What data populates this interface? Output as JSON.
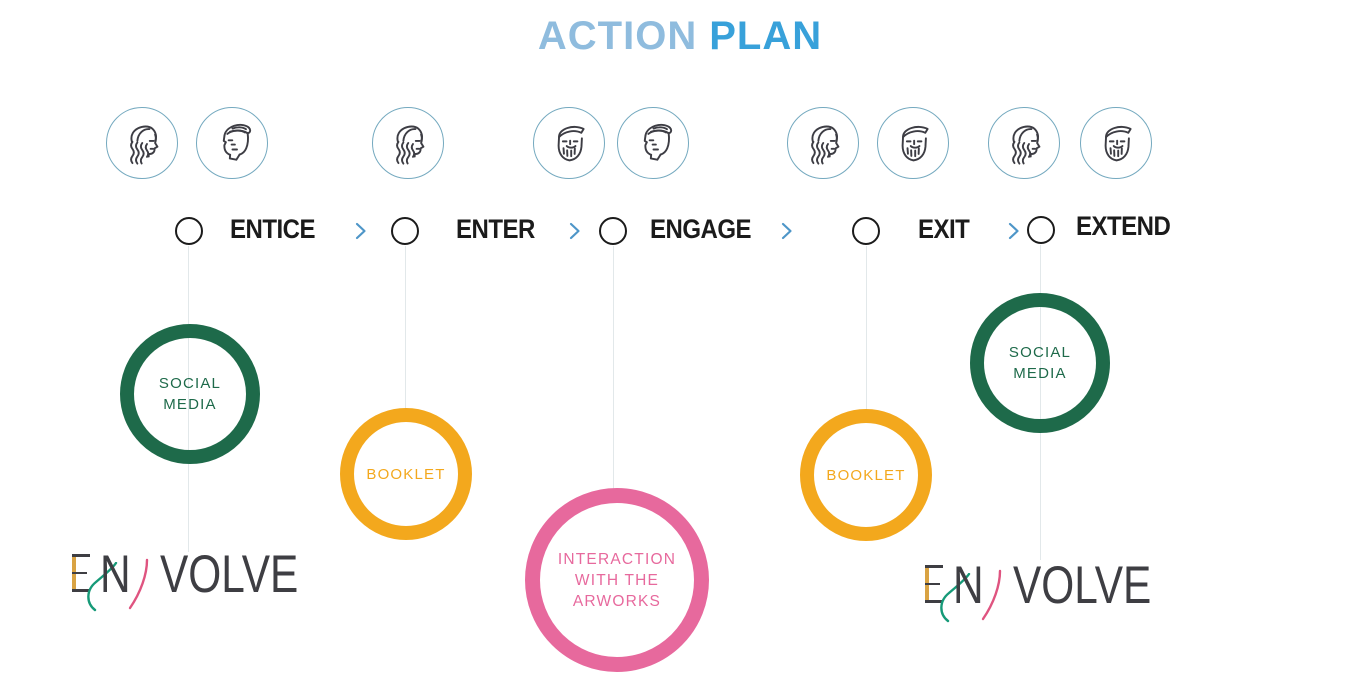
{
  "title": {
    "word1": "ACTION",
    "word2": "PLAN"
  },
  "stages": [
    {
      "label": "ENTICE",
      "faces": [
        "woman",
        "man-quiff"
      ]
    },
    {
      "label": "ENTER",
      "faces": [
        "woman"
      ]
    },
    {
      "label": "ENGAGE",
      "faces": [
        "man-beard",
        "man-quiff"
      ]
    },
    {
      "label": "EXIT",
      "faces": [
        "woman",
        "man-beard"
      ]
    },
    {
      "label": "EXTEND",
      "faces": [
        "woman",
        "man-beard"
      ]
    }
  ],
  "bubbles": [
    {
      "stage": "ENTICE",
      "color_name": "green",
      "line1": "SOCIAL",
      "line2": "MEDIA"
    },
    {
      "stage": "ENTER",
      "color_name": "yellow",
      "line1": "BOOKLET"
    },
    {
      "stage": "ENGAGE",
      "color_name": "pink",
      "line1": "INTERACTION",
      "line2": "WITH THE",
      "line3": "ARWORKS"
    },
    {
      "stage": "EXIT",
      "color_name": "yellow",
      "line1": "BOOKLET"
    },
    {
      "stage": "EXTEND",
      "color_name": "green",
      "line1": "SOCIAL",
      "line2": "MEDIA"
    }
  ],
  "logo": {
    "e": "E",
    "n": "N",
    "volve": "VOLVE"
  },
  "colors": {
    "title_action": "#8FBCDE",
    "title_plan": "#38A1DA",
    "green": "#1E6A4A",
    "yellow": "#F3A81D",
    "pink": "#E7699D",
    "chevron_blue": "#4E96C8",
    "face_ring": "#74A9BF",
    "face_ink": "#3D3D44",
    "stage_ink": "#1B1B1B",
    "connector_line": "#E2E8EA",
    "logo_ink": "#3E3E43",
    "logo_yellow": "#D9A343",
    "logo_green": "#169A78",
    "logo_pink": "#DF5480"
  },
  "icons": {
    "faces": [
      "woman-face-icon",
      "man-quiff-face-icon",
      "man-beard-face-icon"
    ],
    "chevron": "chevron-right-icon"
  }
}
